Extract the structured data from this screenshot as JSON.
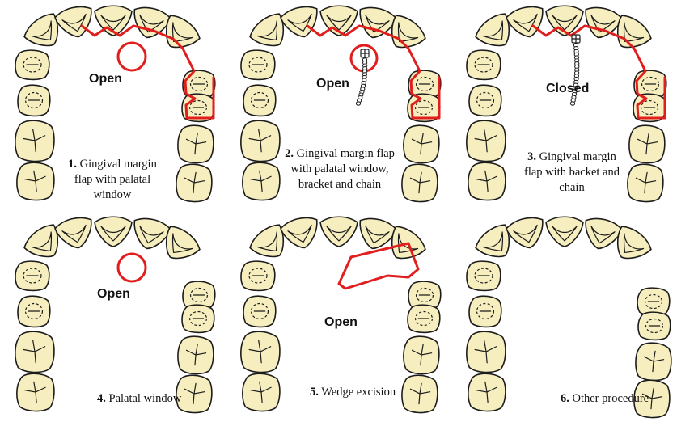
{
  "panels": [
    {
      "number": "1.",
      "status": "Open",
      "caption": [
        "Gingival margin",
        "flap with palatal",
        "window"
      ]
    },
    {
      "number": "2.",
      "status": "Open",
      "caption": [
        "Gingival margin flap",
        "with palatal window,",
        "bracket and chain"
      ]
    },
    {
      "number": "3.",
      "status": "Closed",
      "caption": [
        "Gingival margin",
        "flap with backet and",
        "chain"
      ]
    },
    {
      "number": "4.",
      "status": "Open",
      "caption": [
        "Palatal window"
      ]
    },
    {
      "number": "5.",
      "status": "Open",
      "caption": [
        "Wedge excision"
      ]
    },
    {
      "number": "6.",
      "status": "",
      "caption": [
        "Other procedure"
      ]
    }
  ],
  "colors": {
    "tooth_fill": "#f6eebe",
    "outline": "#1c1c1c",
    "incision": "#e01e1e"
  }
}
